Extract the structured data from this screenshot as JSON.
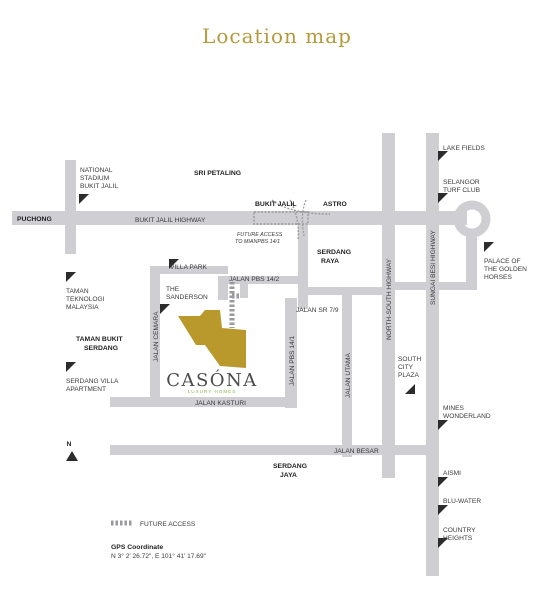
{
  "title": "Location map",
  "colors": {
    "title": "#b59a3c",
    "road": "#cfcfd3",
    "site": "#b9982c",
    "brand_sub": "#8cb34a",
    "text": "#3a3a3a",
    "future_access": "#9a9a9e"
  },
  "areas": {
    "sri_petaling": "SRI PETALING",
    "bukit_jalil": "BUKIT JALIL",
    "astro": "ASTRO",
    "puchong": "PUCHONG",
    "serdang_raya_1": "SERDANG",
    "serdang_raya_2": "RAYA",
    "taman_bukit_serdang_1": "TAMAN BUKIT",
    "taman_bukit_serdang_2": "SERDANG",
    "serdang_jaya_1": "SERDANG",
    "serdang_jaya_2": "JAYA"
  },
  "roads": {
    "bukit_jalil_highway": "BUKIT JALIL HIGHWAY",
    "jalan_pbs_14_2": "JALAN PBS 14/2",
    "jalan_sr_7_9": "JALAN SR 7/9",
    "jalan_cemara": "JALAN CEMARA",
    "jalan_pbs_14_1": "JALAN PBS 14/1",
    "jalan_utama": "JALAN UTAMA",
    "jalan_kasturi": "JALAN KASTURI",
    "jalan_besar": "JALAN BESAR",
    "north_south_highway": "NORTH-SOUTH HIGHWAY",
    "sungai_besi_highway": "SUNGAI BESI HIGHWAY"
  },
  "future_access_note": {
    "line1": "FUTURE ACCESS",
    "line2": "TO MIANPBS 14/1"
  },
  "landmarks": {
    "national_stadium": [
      "NATIONAL",
      "STADIUM",
      "BUKIT JALIL"
    ],
    "taman_teknologi": [
      "TAMAN",
      "TEKNOLOGI",
      "MALAYSIA"
    ],
    "villa_park": [
      "VILLA PARK"
    ],
    "the_sanderson": [
      "THE",
      "SANDERSON"
    ],
    "serdang_villa": [
      "SERDANG VILLA",
      "APARTMENT"
    ],
    "south_city_plaza": [
      "SOUTH",
      "CITY",
      "PLAZA"
    ],
    "lake_fields": [
      "LAKE FIELDS"
    ],
    "selangor_turf_club": [
      "SELANGOR",
      "TURF CLUB"
    ],
    "palace_golden_horses": [
      "PALACE OF",
      "THE GOLDEN",
      "HORSES"
    ],
    "mines_wonderland": [
      "MINES",
      "WONDERLAND"
    ],
    "aism": [
      "AISMI"
    ],
    "blu_water": [
      "BLU-WATER"
    ],
    "country_heights": [
      "COUNTRY",
      "HEIGHTS"
    ]
  },
  "brand": {
    "name": "CASÓNA",
    "tagline": "LUXURY HOMES"
  },
  "north_label": "N",
  "legend": {
    "future_access": "FUTURE ACCESS"
  },
  "gps": {
    "label": "GPS Coordinate",
    "value": "N 3° 2' 26.72\", E 101° 41' 17.69\""
  }
}
